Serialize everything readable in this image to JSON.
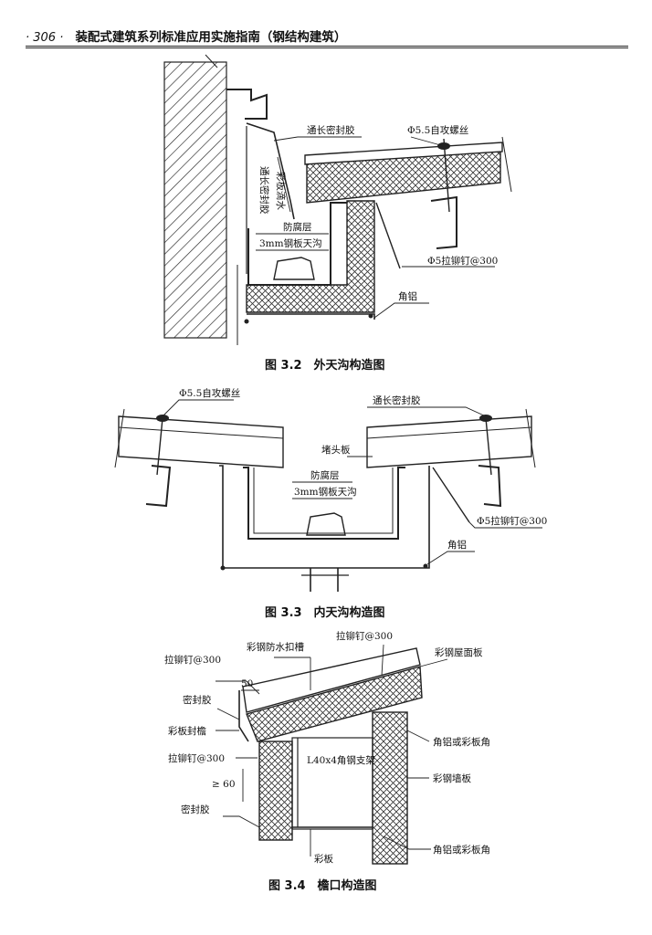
{
  "header": {
    "page_number": "· 306 ·",
    "book_title": "装配式建筑系列标准应用实施指南（钢结构建筑）"
  },
  "figures": [
    {
      "caption": "图 3.2　外天沟构造图",
      "labels": {
        "seal": "通长密封胶",
        "screw": "Φ5.5自攻螺丝",
        "seal_vertical": "通长密封胶",
        "drip_vertical": "彩板滴水",
        "anticorrosion": "防腐层",
        "gutter": "3mm钢板天沟",
        "rivet": "Φ5拉铆钉@300",
        "angle": "角铝"
      }
    },
    {
      "caption": "图 3.3　内天沟构造图",
      "labels": {
        "screw": "Φ5.5自攻螺丝",
        "seal": "通长密封胶",
        "end_plate": "堵头板",
        "anticorrosion": "防腐层",
        "gutter": "3mm钢板天沟",
        "rivet": "Φ5拉铆钉@300",
        "angle": "角铝"
      }
    },
    {
      "caption": "图 3.4　檐口构造图",
      "labels": {
        "waterproof_cap": "彩钢防水扣槽",
        "rivet_top": "拉铆钉@300",
        "rivet_left": "拉铆钉@300",
        "roof_panel": "彩钢屋面板",
        "dim_50": "50",
        "sealant": "密封胶",
        "eave_seal": "彩板封檐",
        "angle_or_corner": "角铝或彩板角",
        "rivet_left2": "拉铆钉@300",
        "angle_brace": "L40x4角钢支架",
        "dim_60": "≥ 60",
        "wall_panel": "彩钢墙板",
        "sealant2": "密封胶",
        "angle_or_corner2": "角铝或彩板角",
        "color_plate": "彩板"
      }
    }
  ]
}
